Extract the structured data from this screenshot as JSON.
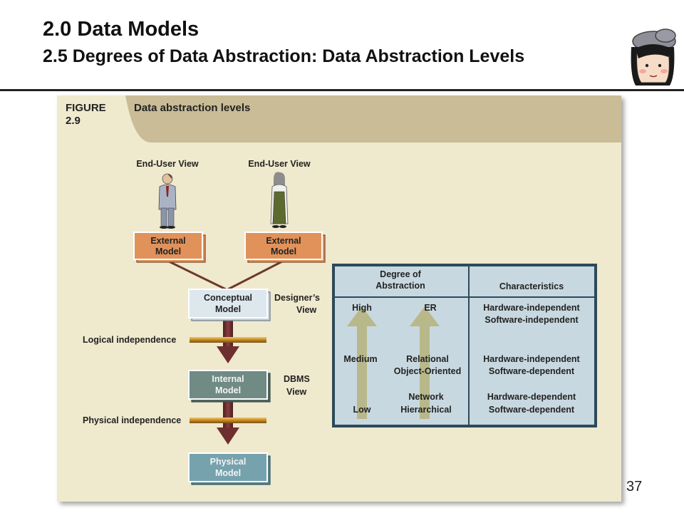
{
  "slide": {
    "title": "2.0 Data Models",
    "subtitle": "2.5 Degrees of Data Abstraction: Data Abstraction Levels",
    "page_number": "37"
  },
  "figure": {
    "label_line1": "FIGURE",
    "label_line2": "2.9",
    "caption": "Data abstraction levels"
  },
  "views": {
    "end_user_1": "End-User View",
    "end_user_2": "End-User View",
    "designer_line1": "Designer’s",
    "designer_line2": "View",
    "dbms_line1": "DBMS",
    "dbms_line2": "View"
  },
  "models": {
    "external_1": [
      "External",
      "Model"
    ],
    "external_2": [
      "External",
      "Model"
    ],
    "conceptual": [
      "Conceptual",
      "Model"
    ],
    "internal": [
      "Internal",
      "Model"
    ],
    "physical": [
      "Physical",
      "Model"
    ]
  },
  "independence": {
    "logical": "Logical independence",
    "physical": "Physical independence"
  },
  "table": {
    "header_degree": [
      "Degree of",
      "Abstraction"
    ],
    "header_characteristics": "Characteristics",
    "levels": {
      "high": "High",
      "medium": "Medium",
      "low": "Low"
    },
    "models": {
      "er": "ER",
      "relational": [
        "Relational",
        "Object-Oriented"
      ],
      "network": [
        "Network",
        "Hierarchical"
      ]
    },
    "characteristics": {
      "high": [
        "Hardware-independent",
        "Software-independent"
      ],
      "medium": [
        "Hardware-independent",
        "Software-dependent"
      ],
      "low": [
        "Hardware-dependent",
        "Software-dependent"
      ]
    }
  },
  "colors": {
    "figure_bg": "#efe9ce",
    "header_band": "#c9bc96",
    "external_model": "#e0925a",
    "conceptual_model": "#dde7ee",
    "internal_model": "#708a84",
    "physical_model": "#76a2ae",
    "flow_arrow": "#6e2f2f",
    "independence_bar": "#d19a2e",
    "table_bg": "#c8d8e0",
    "table_border": "#2c4a5a",
    "table_arrow": "#b8b88a"
  },
  "icons": {
    "mascot": "girl-with-cap-icon",
    "user_1": "businessman-icon",
    "user_2": "businesswoman-icon"
  }
}
